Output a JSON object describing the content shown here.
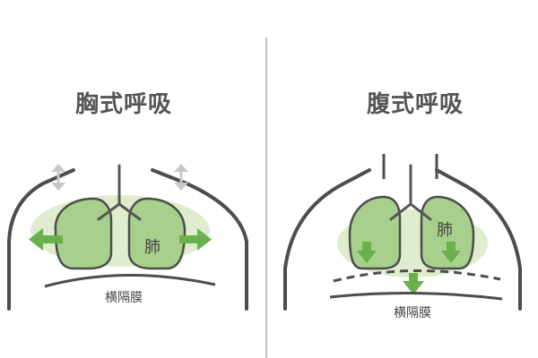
{
  "left_panel": {
    "title": "胸式呼吸",
    "lung_label": "肺",
    "diaphragm_label": "横隔膜"
  },
  "right_panel": {
    "title": "腹式呼吸",
    "lung_label": "肺",
    "diaphragm_label": "横隔膜"
  },
  "colors": {
    "outline": "#4d4d4d",
    "lung_fill": "#a8d08d",
    "lung_halo": "#dcebc9",
    "arrow_green": "#6ab04c",
    "arrow_gray": "#c8c8c8",
    "divider": "#bdbdbd"
  }
}
